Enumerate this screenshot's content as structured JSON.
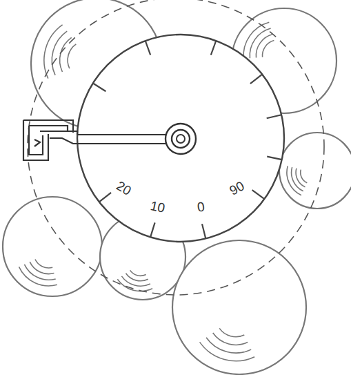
{
  "diagram": {
    "labels": [
      "20",
      "10",
      "0",
      "90"
    ]
  }
}
